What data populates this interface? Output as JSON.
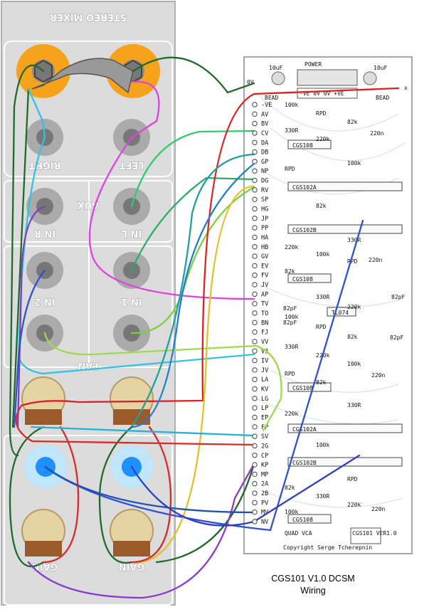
{
  "panel": {
    "title": "STEREO MIXER",
    "labels": [
      {
        "id": "right",
        "text": "RIGHT"
      },
      {
        "id": "left",
        "text": "LEFT"
      },
      {
        "id": "aux",
        "text": "AUX"
      },
      {
        "id": "in-r",
        "text": "IN R"
      },
      {
        "id": "in-l",
        "text": "IN L"
      },
      {
        "id": "in2",
        "text": "IN 2"
      },
      {
        "id": "in1",
        "text": "IN 1"
      },
      {
        "id": "pan",
        "text": "PAN"
      },
      {
        "id": "gain-l",
        "text": "GAIN"
      },
      {
        "id": "gain-r",
        "text": "GAIN"
      }
    ]
  },
  "board": {
    "power_label": "POWER",
    "cap_label": "10uF",
    "rail_labels": "-VE 0V 0V +VE",
    "bead": "BEAD",
    "ground": "0V",
    "left_pins": [
      "-VE",
      "AV",
      "BV",
      "CV",
      "DA",
      "DB",
      "GP",
      "NP",
      "DG",
      "RV",
      "SP",
      "HG",
      "JP",
      "PP",
      "HA",
      "HB",
      "GV",
      "EV",
      "FV",
      "JV",
      "AP",
      "TV",
      "TO",
      "BN",
      "FJ",
      "VV",
      "VJ",
      "IV",
      "JV",
      "LA",
      "KV",
      "LG",
      "LP",
      "EP",
      "FP",
      "SV",
      "2G",
      "CP",
      "KP",
      "MP",
      "2A",
      "2B",
      "PV",
      "MV",
      "NV"
    ],
    "chips": [
      "CGS108",
      "CGS102A",
      "CGS102B",
      "CGS108",
      "TL074",
      "CGS108",
      "CGS102A",
      "CGS102B",
      "CGS108"
    ],
    "resistors": [
      "100k",
      "RPD",
      "82k",
      "330R",
      "220k"
    ],
    "caps": [
      "220n",
      "82pF"
    ],
    "footer": "QUAD VCA",
    "copyright": "Copyright Serge Tcherepnin",
    "version": "CGS101 VER1.0",
    "corner_mark": "x"
  },
  "caption": {
    "line1": "CGS101 V1.0 DCSM",
    "line2": "Wiring"
  },
  "colors": {
    "panel": "#dcdcdc",
    "jack_orange": "#f7a21b",
    "pot": "#e6d3a3",
    "pot_led": "#1e90ff",
    "board_trace": "#c8e6c8"
  }
}
